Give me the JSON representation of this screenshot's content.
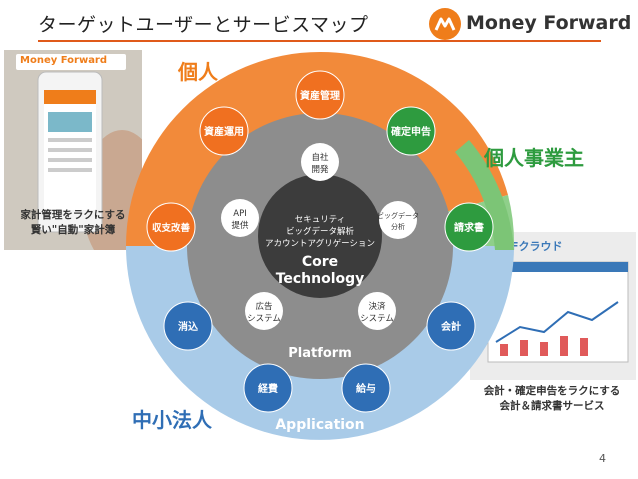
{
  "header": {
    "title": "ターゲットユーザーとサービスマップ",
    "brand": "Money Forward",
    "brand_color": "#ef7d1a"
  },
  "segments": {
    "individual": {
      "label": "個人",
      "color": "#ef7d1a"
    },
    "sole_proprietor": {
      "label": "個人事業主",
      "color": "#2e9b3f"
    },
    "sme": {
      "label": "中小法人",
      "color": "#2f6eb5"
    }
  },
  "rings": {
    "outer_label": "Application",
    "middle_label": "Platform",
    "core": {
      "security": "セキュリティ",
      "bigdata": "ビッグデータ解析",
      "aggregation": "アカウントアグリゲーション",
      "title_1": "Core",
      "title_2": "Technology"
    }
  },
  "platform_nodes": [
    {
      "line1": "自社",
      "line2": "開発"
    },
    {
      "line1": "ビッグデータ",
      "line2": "分析"
    },
    {
      "line1": "決済",
      "line2": "システム"
    },
    {
      "line1": "広告",
      "line2": "システム"
    },
    {
      "line1": "API",
      "line2": "提供"
    }
  ],
  "app_nodes": [
    {
      "label": "資産管理",
      "color": "#f07020"
    },
    {
      "label": "確定申告",
      "color": "#2e9b3f"
    },
    {
      "label": "請求書",
      "color": "#2e9b3f"
    },
    {
      "label": "会計",
      "color": "#2f6eb5"
    },
    {
      "label": "給与",
      "color": "#2f6eb5"
    },
    {
      "label": "経費",
      "color": "#2f6eb5"
    },
    {
      "label": "消込",
      "color": "#2f6eb5"
    },
    {
      "label": "収支改善",
      "color": "#f07020"
    },
    {
      "label": "資産運用",
      "color": "#f07020"
    }
  ],
  "left_panel": {
    "brand": "Money Forward",
    "caption_1": "家計管理をラクにする",
    "caption_2": "賢い\"自動\"家計簿"
  },
  "right_panel": {
    "brand": "MFクラウド",
    "caption_1": "会計・確定申告をラクにする",
    "caption_2": "会計＆請求書サービス"
  },
  "page_number": "4"
}
